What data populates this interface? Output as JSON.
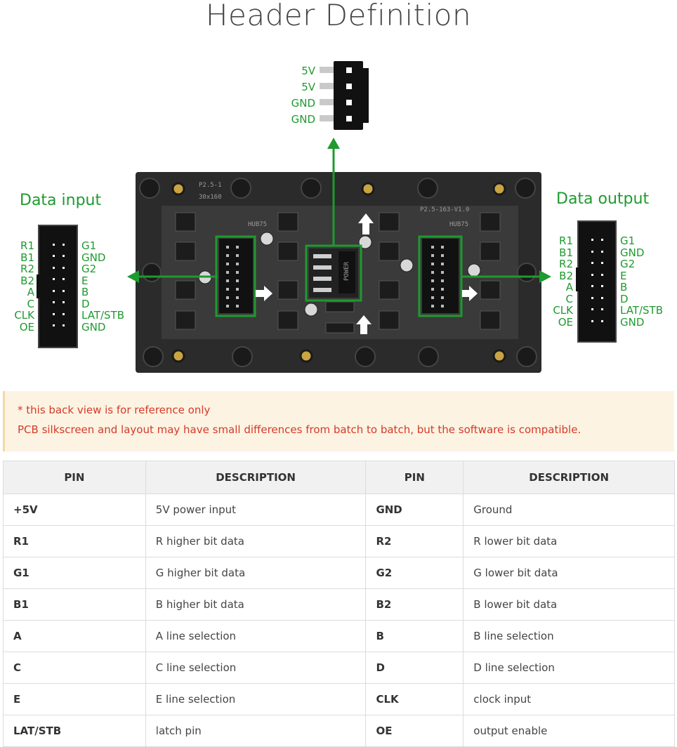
{
  "title": "Header Definition",
  "power_header": {
    "pins": [
      "5V",
      "5V",
      "GND",
      "GND"
    ]
  },
  "data_input": {
    "label": "Data input",
    "left_pins": [
      "R1",
      "B1",
      "R2",
      "B2",
      "A",
      "C",
      "CLK",
      "OE"
    ],
    "right_pins": [
      "G1",
      "GND",
      "G2",
      "E",
      "B",
      "D",
      "LAT/STB",
      "GND"
    ]
  },
  "data_output": {
    "label": "Data output",
    "left_pins": [
      "R1",
      "B1",
      "R2",
      "B2",
      "A",
      "C",
      "CLK",
      "OE"
    ],
    "right_pins": [
      "G1",
      "GND",
      "G2",
      "E",
      "B",
      "D",
      "LAT/STB",
      "GND"
    ]
  },
  "pcb": {
    "silkscreen_left": "P2.5-1",
    "silkscreen_size": "30x160",
    "silkscreen_right": "P2.5-163-V1.0",
    "hub_left": "HUB75",
    "hub_right": "HUB75",
    "power_label": "POWER"
  },
  "note": {
    "line1": "* this back view is for reference only",
    "line2": "PCB silkscreen and layout may have small differences from batch to batch, but the software is compatible."
  },
  "table": {
    "headers": [
      "PIN",
      "DESCRIPTION",
      "PIN",
      "DESCRIPTION"
    ],
    "rows": [
      [
        "+5V",
        "5V power input",
        "GND",
        "Ground"
      ],
      [
        "R1",
        "R higher bit data",
        "R2",
        "R lower bit data"
      ],
      [
        "G1",
        "G higher bit data",
        "G2",
        "G lower bit data"
      ],
      [
        "B1",
        "B higher bit data",
        "B2",
        "B lower bit data"
      ],
      [
        "A",
        "A line selection",
        "B",
        "B line selection"
      ],
      [
        "C",
        "C line selection",
        "D",
        "D line selection"
      ],
      [
        "E",
        "E line selection",
        "CLK",
        "clock input"
      ],
      [
        "LAT/STB",
        "latch pin",
        "OE",
        "output enable"
      ]
    ]
  },
  "colors": {
    "accent_green": "#1e9a2f",
    "note_background": "#fdf3e2",
    "note_text": "#d43a2a",
    "pcb": "#2a2a2a"
  }
}
